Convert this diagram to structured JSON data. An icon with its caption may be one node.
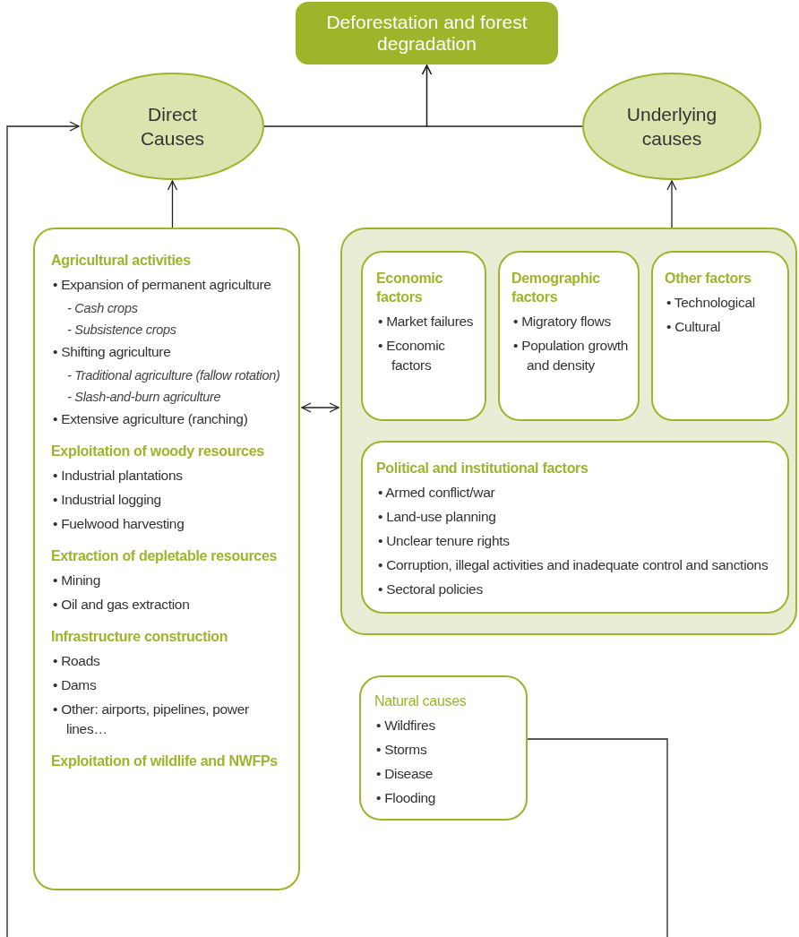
{
  "diagram": {
    "nodes": [
      {
        "text": [
          "Deforestation and forest degradation"
        ]
      },
      {
        "text": [
          "Direct Causes"
        ]
      },
      {
        "text": [
          "Underlying causes"
        ]
      },
      {
        "text": [
          "Agricultural activities",
          "• Expansion of permanent agriculture",
          "- Cash crops",
          "- Subsistence crops",
          "• Shifting agriculture",
          "- Traditional agriculture (fallow rotation)",
          "- Slash-and-burn agriculture",
          "• Extensive agriculture (ranching)",
          "Exploitation of woody resources",
          "• Industrial plantations",
          "• Industrial logging",
          "• Fuelwood harvesting",
          "Extraction of depletable resources",
          "• Mining",
          "• Oil and gas extraction",
          "Infrastructure construction",
          "• Roads",
          "• Dams",
          "• Other: airports, pipelines, power lines…",
          "Exploitation of wildlife and NWFPs"
        ]
      },
      {
        "text": [],
        "shape": "box"
      },
      {
        "text": [
          "Economic factors",
          "• Market failures",
          "• Economic factors"
        ],
        "in": 4
      },
      {
        "text": [
          "Demographic factors",
          "• Migratory flows",
          "• Population growth and density"
        ],
        "in": 4
      },
      {
        "text": [
          "Other factors",
          "• Technological",
          "• Cultural"
        ],
        "in": 4
      },
      {
        "text": [
          "Political and institutional factors",
          "• Armed conflict/war",
          "• Land-use planning",
          "• Unclear tenure rights",
          "• Corruption, illegal activities and inadequate control and sanctions",
          "• Sectoral policies"
        ],
        "in": 4
      },
      {
        "text": [
          "Natural causes",
          "• Wildfires",
          "• Storms",
          "• Disease",
          "• Flooding"
        ]
      }
    ],
    "edges": [
      {
        "from": 1,
        "to": 0,
        "arrow": "to"
      },
      {
        "from": 2,
        "to": 0,
        "arrow": "to"
      },
      {
        "from": 3,
        "to": 1,
        "arrow": "to"
      },
      {
        "from": 4,
        "to": 2,
        "arrow": "to"
      },
      {
        "from": 3,
        "to": 4,
        "arrow": "both"
      },
      {
        "from": 9,
        "to": 1,
        "arrow": "to"
      }
    ]
  }
}
